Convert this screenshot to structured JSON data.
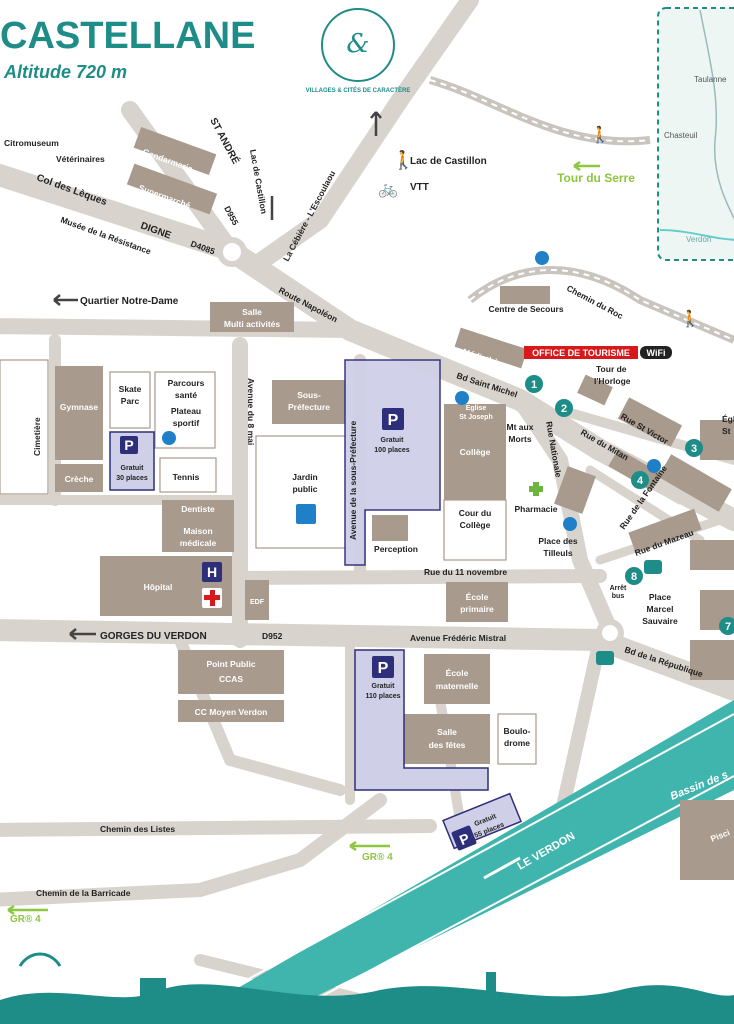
{
  "header": {
    "title": "CASTELLANE",
    "subtitle": "Altitude 720 m",
    "badge_text": "VILLAGES & CITÉS DE CARACTÈRE"
  },
  "colors": {
    "teal": "#1e8c87",
    "river": "#3fb5ad",
    "building": "#a89a8c",
    "road": "#d8d3cd",
    "parking": "#cfd0e8",
    "parking_border": "#2e2f7a",
    "green": "#8dc63f",
    "office_red": "#d7191c",
    "pharmacy_green": "#6ab43f"
  },
  "inset": {
    "places": [
      "Taulanne",
      "Chasteuil",
      "Verdon"
    ]
  },
  "hiking": {
    "lac_castillon": "Lac de Castillon",
    "vtt": "VTT",
    "tour_du_serre": "Tour du Serre",
    "gr4": "GR® 4"
  },
  "roads": {
    "st_andre": "ST ANDRÉ",
    "d955": "D955",
    "lac_castillon_road": "Lac de Castillon",
    "la_cebiere": "La Cébière - L'Escoulaou",
    "col_des_leques": "Col des Lèques",
    "digne": "DIGNE",
    "d4085": "D4085",
    "musee": "Musée de la Résistance",
    "route_napoleon": "Route Napoléon",
    "chemin_du_roc": "Chemin du Roc",
    "quartier_nd": "Quartier Notre-Dame",
    "bd_st_michel": "Bd Saint Michel",
    "rue_nationale": "Rue Nationale",
    "rue_st_victor": "Rue St Victor",
    "rue_du_mitan": "Rue du Mitan",
    "rue_fontaine": "Rue de la Fontaine",
    "rue_mazeau": "Rue du Mazeau",
    "avenue_8_mai": "Avenue du 8 mai",
    "avenue_sous_pref": "Avenue de la sous-Préfecture",
    "rue_11_nov": "Rue du 11 novembre",
    "gorges_verdon": "GORGES DU VERDON",
    "d952": "D952",
    "av_mistral": "Avenue Frédéric Mistral",
    "bd_republique": "Bd de la République",
    "chemin_listes": "Chemin des Listes",
    "chemin_barricade": "Chemin de la Barricade",
    "le_verdon": "LE VERDON",
    "bassin": "Bassin de s"
  },
  "places": {
    "citromuseum": "Citromuseum",
    "veterinaires": "Vétérinaires",
    "gendarmerie": "Gendarmerie",
    "supermarche": "Supermarché",
    "salle_multi": [
      "Salle",
      "Multi activités"
    ],
    "centre_secours": "Centre de Secours",
    "mediatheque": "Médiathèque",
    "office_tourisme": "OFFICE DE TOURISME",
    "wifi": "WiFi",
    "tour_horloge": [
      "Tour de",
      "l'Horloge"
    ],
    "cimetiere": "Cimetière",
    "gymnase": "Gymnase",
    "creche": "Crèche",
    "skate_parc": [
      "Skate",
      "Parc"
    ],
    "parcours_sante": [
      "Parcours",
      "santé"
    ],
    "plateau_sportif": [
      "Plateau",
      "sportif"
    ],
    "tennis": "Tennis",
    "sous_prefecture": [
      "Sous-",
      "Préfecture"
    ],
    "jardin_public": [
      "Jardin",
      "public"
    ],
    "eglise_st_joseph": [
      "Eglise",
      "St Joseph"
    ],
    "mts_aux_morts": [
      "Mt aux",
      "Morts"
    ],
    "college": "Collège",
    "cour_college": [
      "Cour du",
      "Collège"
    ],
    "pharmacie": "Pharmacie",
    "place_tilleuls": [
      "Place des",
      "Tilleuls"
    ],
    "perception": "Perception",
    "dentiste": "Dentiste",
    "maison_medicale": [
      "Maison",
      "médicale"
    ],
    "hopital": "Hôpital",
    "edf": "EDF",
    "ecole_primaire": [
      "École",
      "primaire"
    ],
    "arret_bus": [
      "Arrêt",
      "bus"
    ],
    "place_marcel": [
      "Place",
      "Marcel",
      "Sauvaire"
    ],
    "point_public": [
      "Point Public",
      "CCAS"
    ],
    "cc_moyen_verdon": "CC Moyen Verdon",
    "ecole_maternelle": [
      "École",
      "maternelle"
    ],
    "salle_fetes": [
      "Salle",
      "des fêtes"
    ],
    "boulodrome": [
      "Boulo-",
      "drome"
    ],
    "piscine": "Pisci",
    "eglise_partial": [
      "Égl",
      "St"
    ]
  },
  "parkings": {
    "p1": [
      "Gratuit",
      "30 places"
    ],
    "p2": [
      "Gratuit",
      "100 places"
    ],
    "p3": [
      "Gratuit",
      "110 places"
    ],
    "p4": [
      "Gratuit",
      "55 places"
    ]
  },
  "numbered_markers": [
    "1",
    "2",
    "3",
    "4",
    "7",
    "8"
  ]
}
